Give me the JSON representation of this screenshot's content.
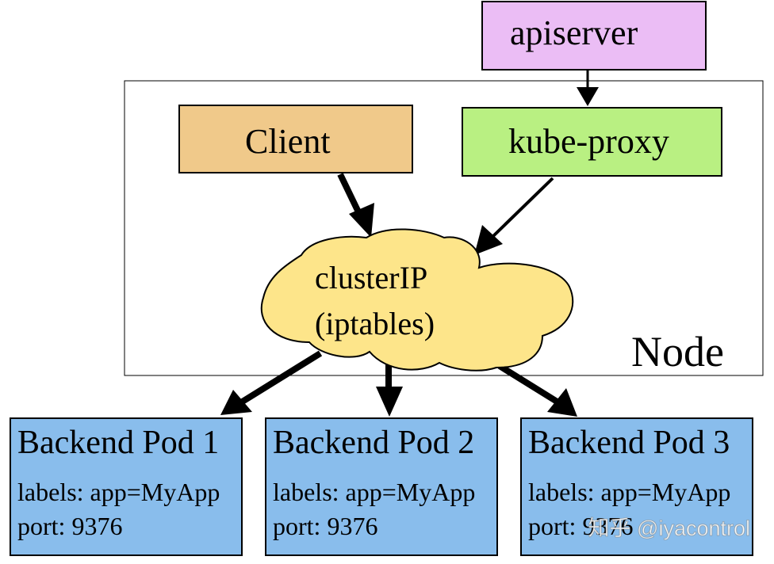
{
  "colors": {
    "apiserver_fill": "#ebbdf5",
    "client_fill": "#f0c98a",
    "kube_proxy_fill": "#b9f082",
    "cluster_fill": "#fde58a",
    "pod_fill": "#89bdec",
    "stroke": "#000000"
  },
  "nodes": {
    "apiserver": {
      "label": "apiserver"
    },
    "client": {
      "label": "Client"
    },
    "kube_proxy": {
      "label": "kube-proxy"
    },
    "cluster_ip": {
      "line1": "clusterIP",
      "line2": "(iptables)"
    },
    "node": {
      "label": "Node"
    }
  },
  "pods": [
    {
      "title": "Backend Pod 1",
      "labels": "labels: app=MyApp",
      "port": "port: 9376"
    },
    {
      "title": "Backend Pod 2",
      "labels": "labels: app=MyApp",
      "port": "port: 9376"
    },
    {
      "title": "Backend Pod 3",
      "labels": "labels: app=MyApp",
      "port": "port: 9376"
    }
  ],
  "watermark": {
    "text": "知乎 @iyacontrol"
  }
}
